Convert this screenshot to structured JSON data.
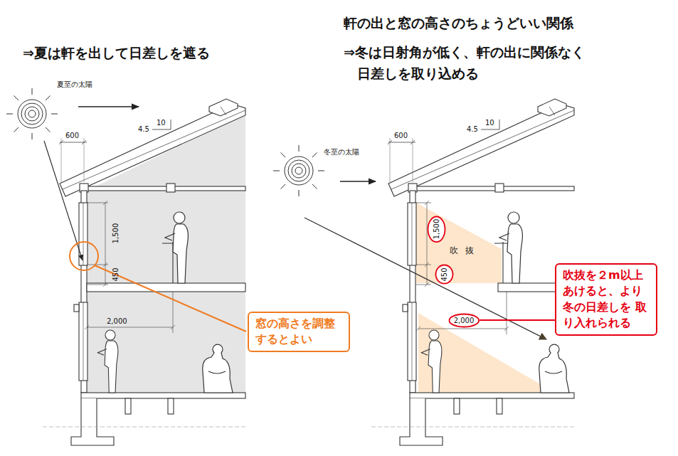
{
  "diagram": {
    "title": "軒の出と窓の高さのちょうどいい関係",
    "nodes": [
      {
        "text": [
          "窓の高さを調整 するとよい"
        ]
      },
      {
        "text": [
          "1,500"
        ]
      },
      {
        "text": [
          "450"
        ]
      },
      {
        "text": [
          "2,000"
        ]
      },
      {
        "text": [
          "吹抜を２m以上 あけると、より 冬の日差しを 取り入れられる"
        ]
      }
    ],
    "edges": [
      {
        "from": 3,
        "to": 4,
        "arrow": "none"
      }
    ],
    "labels": [
      "⇒夏は軒を出して日差しを遮る",
      "⇒冬は日射角が低く、軒の出に関係なく 日差しを取り込める",
      "夏至の太陽",
      "600",
      "4.5",
      "10",
      "1,500",
      "450",
      "2,000",
      "冬至の太陽",
      "600",
      "4.5",
      "10",
      "吹抜"
    ]
  }
}
